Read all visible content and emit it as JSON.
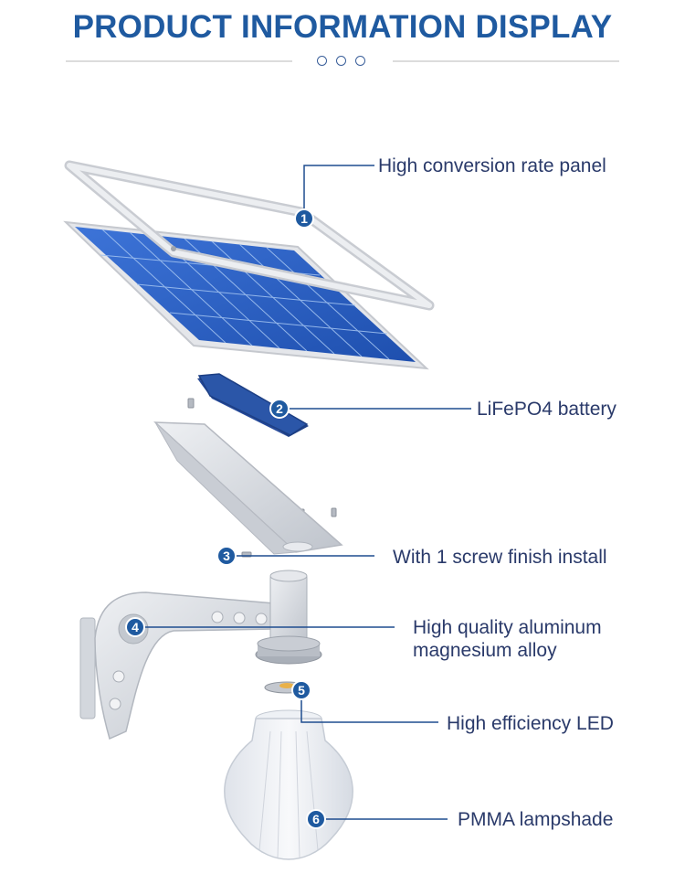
{
  "header": {
    "title": "PRODUCT INFORMATION DISPLAY"
  },
  "callouts": [
    {
      "number": "1",
      "label": "High conversion rate panel"
    },
    {
      "number": "2",
      "label": "LiFePO4 battery"
    },
    {
      "number": "3",
      "label": "With 1 screw finish install"
    },
    {
      "number": "4",
      "label_line1": "High quality aluminum",
      "label_line2": "magnesium alloy"
    },
    {
      "number": "5",
      "label": "High efficiency LED"
    },
    {
      "number": "6",
      "label": "PMMA lampshade"
    }
  ],
  "colors": {
    "title": "#1f5aa0",
    "marker": "#1f5aa0",
    "leader": "#1f4d8f",
    "panel": "#2e5fc0",
    "battery": "#2b56a8",
    "metal": "#d5d8de"
  }
}
